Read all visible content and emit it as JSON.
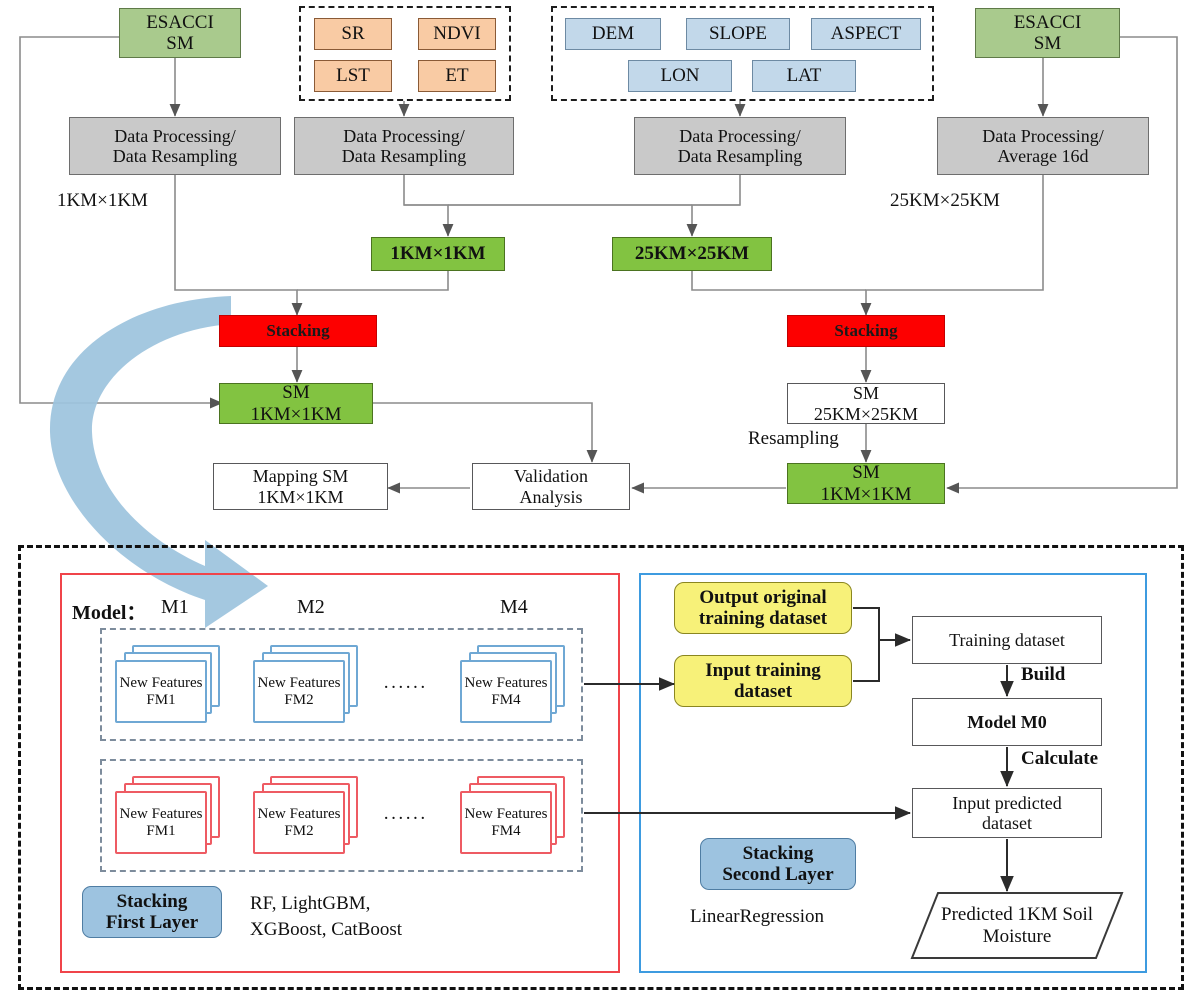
{
  "diagram": {
    "title": "Soil moisture downscaling stacking workflow",
    "colors": {
      "green_soft": "#a9ca8d",
      "green_bright": "#82c341",
      "grey": "#c9c9c9",
      "red": "#fd0000",
      "peach": "#f9cba4",
      "blue_light": "#c2d8ea",
      "yellow": "#f7f179",
      "blue_pill": "#9dc3e0",
      "red_frame": "#f0444a",
      "blue_frame": "#3d9be0",
      "arrow_big": "#9cc3dd"
    }
  },
  "top": {
    "esacci_left": {
      "line1": "ESACCI",
      "line2": "SM"
    },
    "esacci_right": {
      "line1": "ESACCI",
      "line2": "SM"
    },
    "optical_group": {
      "items": [
        {
          "label": "SR"
        },
        {
          "label": "NDVI"
        },
        {
          "label": "LST"
        },
        {
          "label": "ET"
        }
      ]
    },
    "terrain_group": {
      "items": [
        {
          "label": "DEM"
        },
        {
          "label": "SLOPE"
        },
        {
          "label": "ASPECT"
        },
        {
          "label": "LON"
        },
        {
          "label": "LAT"
        }
      ]
    },
    "processing": [
      {
        "line1": "Data Processing/",
        "line2": "Data Resampling"
      },
      {
        "line1": "Data Processing/",
        "line2": "Data Resampling"
      },
      {
        "line1": "Data Processing/",
        "line2": "Data Resampling"
      },
      {
        "line1": "Data Processing/",
        "line2": "Average 16d"
      }
    ],
    "res_label_left": "1KM×1KM",
    "res_label_right": "25KM×25KM",
    "res_box_left": "1KM×1KM",
    "res_box_right": "25KM×25KM"
  },
  "middle": {
    "stacking_left": "Stacking",
    "stacking_right": "Stacking",
    "sm_left": {
      "line1": "SM",
      "line2": "1KM×1KM"
    },
    "sm_right_25": {
      "line1": "SM",
      "line2": "25KM×25KM"
    },
    "sm_right_1": {
      "line1": "SM",
      "line2": "1KM×1KM"
    },
    "resampling_label": "Resampling",
    "validation": {
      "line1": "Validation",
      "line2": "Analysis"
    },
    "mapping": {
      "line1": "Mapping SM",
      "line2": "1KM×1KM"
    }
  },
  "detail": {
    "model_prefix": "Model：",
    "model_headers": [
      "M1",
      "M2",
      "M4"
    ],
    "ellipsis": "······",
    "blue_features": [
      {
        "l1": "New",
        "l2": "Features",
        "l3": "FM1"
      },
      {
        "l1": "New",
        "l2": "Features",
        "l3": "FM2"
      },
      {
        "l1": "New",
        "l2": "Features",
        "l3": "FM4"
      }
    ],
    "red_features": [
      {
        "l1": "New",
        "l2": "Features",
        "l3": "FM1"
      },
      {
        "l1": "New",
        "l2": "Features",
        "l3": "FM2"
      },
      {
        "l1": "New",
        "l2": "Features",
        "l3": "FM4"
      }
    ],
    "first_layer_badge": {
      "line1": "Stacking",
      "line2": "First Layer"
    },
    "first_layer_algorithms": {
      "line1": "RF, LightGBM,",
      "line2": "XGBoost, CatBoost"
    },
    "output_original": {
      "line1": "Output original",
      "line2": "training dataset"
    },
    "input_training": {
      "line1": "Input training",
      "line2": "dataset"
    },
    "training_dataset": "Training dataset",
    "build_label": "Build",
    "model_m0": "Model M0",
    "calculate_label": "Calculate",
    "input_predicted": {
      "line1": "Input predicted",
      "line2": "dataset"
    },
    "predicted_output": {
      "line1": "Predicted 1KM",
      "line2": "Soil Moisture"
    },
    "second_layer_badge": {
      "line1": "Stacking",
      "line2": "Second Layer"
    },
    "second_layer_algorithm": "LinearRegression"
  }
}
